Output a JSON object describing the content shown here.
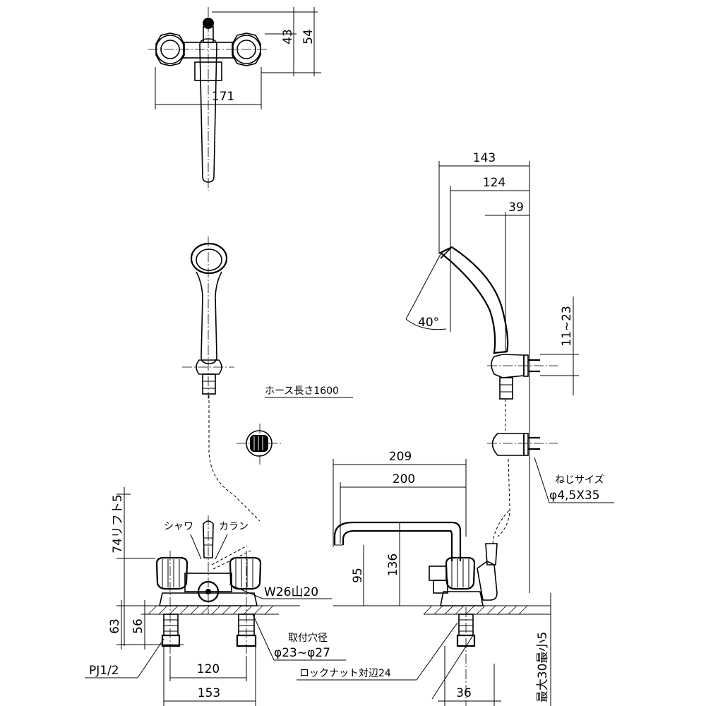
{
  "top_view": {
    "dim_width": "171",
    "dim_h1": "43",
    "dim_h2": "54"
  },
  "side_shower": {
    "dim_143": "143",
    "dim_124": "124",
    "dim_39": "39",
    "angle": "40°",
    "dim_range": "11~23"
  },
  "hose_label": "ホース長さ1600",
  "screw_label": "ねじサイズ",
  "screw_size": "φ4,5X35",
  "front_view": {
    "lift": "74リフト5",
    "shower_label": "シャワ",
    "faucet_label": "カラン",
    "thread": "W26山20",
    "dim_63": "63",
    "dim_56": "56",
    "pj": "PJ1/2",
    "dim_120": "120",
    "dim_153": "153",
    "hole_label": "取付穴径",
    "hole_dia": "φ23~φ27",
    "locknut": "ロックナット対辺24"
  },
  "side_view": {
    "dim_209": "209",
    "dim_200": "200",
    "dim_95": "95",
    "dim_136": "136",
    "dim_36": "36",
    "max_min": "最大30最小5"
  }
}
